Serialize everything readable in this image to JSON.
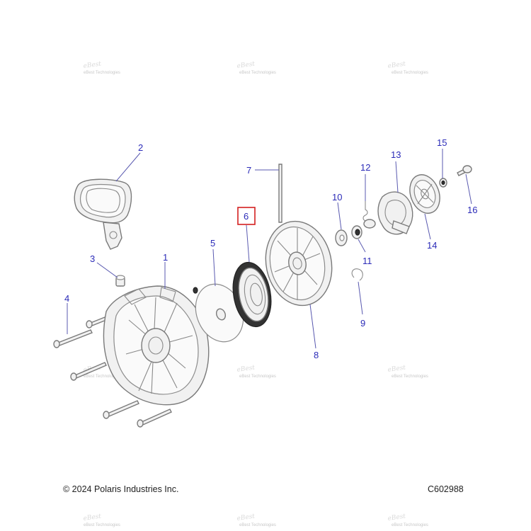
{
  "footer": {
    "copyright": "© 2024 Polaris Industries Inc.",
    "diagram_code": "C602988"
  },
  "watermark": {
    "text": "eBest Technologies"
  },
  "callouts": [
    {
      "id": "c1",
      "label": "1"
    },
    {
      "id": "c2",
      "label": "2"
    },
    {
      "id": "c3",
      "label": "3"
    },
    {
      "id": "c4",
      "label": "4"
    },
    {
      "id": "c5",
      "label": "5"
    },
    {
      "id": "c6",
      "label": "6",
      "highlighted": true
    },
    {
      "id": "c7",
      "label": "7"
    },
    {
      "id": "c8",
      "label": "8"
    },
    {
      "id": "c9",
      "label": "9"
    },
    {
      "id": "c10",
      "label": "10"
    },
    {
      "id": "c11",
      "label": "11"
    },
    {
      "id": "c12",
      "label": "12"
    },
    {
      "id": "c13",
      "label": "13"
    },
    {
      "id": "c14",
      "label": "14"
    },
    {
      "id": "c15",
      "label": "15"
    },
    {
      "id": "c16",
      "label": "16"
    }
  ],
  "colors": {
    "callout": "#2b2bb8",
    "highlight": "#d32020",
    "part_stroke": "#7a7a7a"
  }
}
